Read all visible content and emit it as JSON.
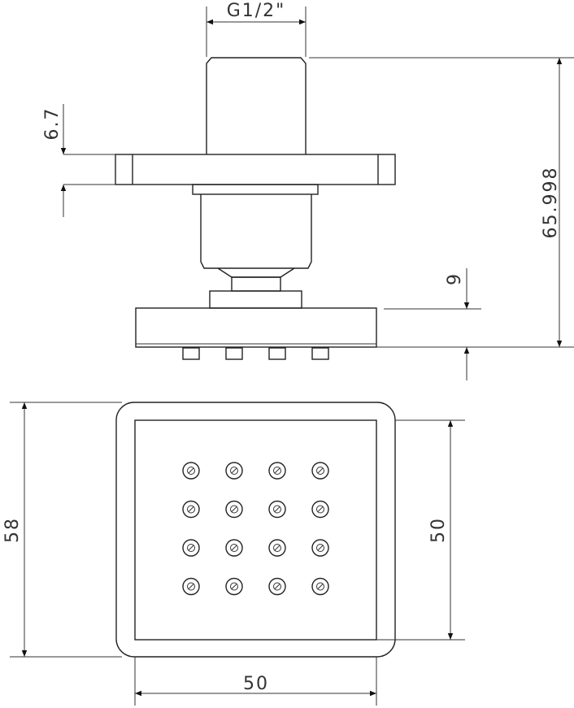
{
  "dimensions": {
    "thread": "G1/2\"",
    "flange_thickness": "6.7",
    "total_height": "65.998",
    "head_thickness": "9",
    "outer_width": "58",
    "inner_height": "50",
    "inner_width": "50"
  },
  "nozzle_grid": {
    "rows": 4,
    "cols": 4
  },
  "colors": {
    "line": "#222222",
    "text": "#333333"
  }
}
